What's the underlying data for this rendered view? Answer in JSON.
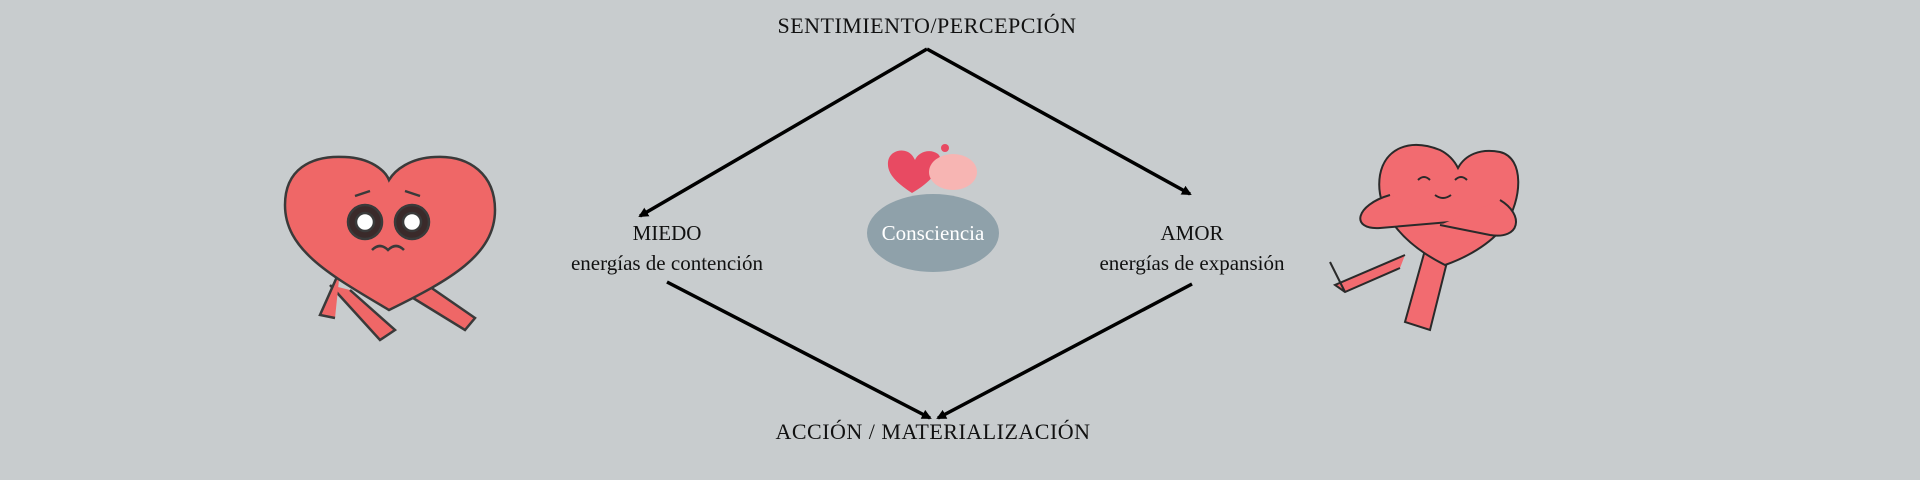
{
  "top_label": "SENTIMIENTO/PERCEPCIÓN",
  "bottom_label": "ACCIÓN / MATERIALIZACIÓN",
  "left_node": {
    "title": "MIEDO",
    "subtitle": "energías de contención"
  },
  "right_node": {
    "title": "AMOR",
    "subtitle": "energías de expansión"
  },
  "center_node": "Consciencia",
  "colors": {
    "background": "#c8ccce",
    "heart": "#ef6767",
    "ellipse": "#8fa1aa"
  }
}
